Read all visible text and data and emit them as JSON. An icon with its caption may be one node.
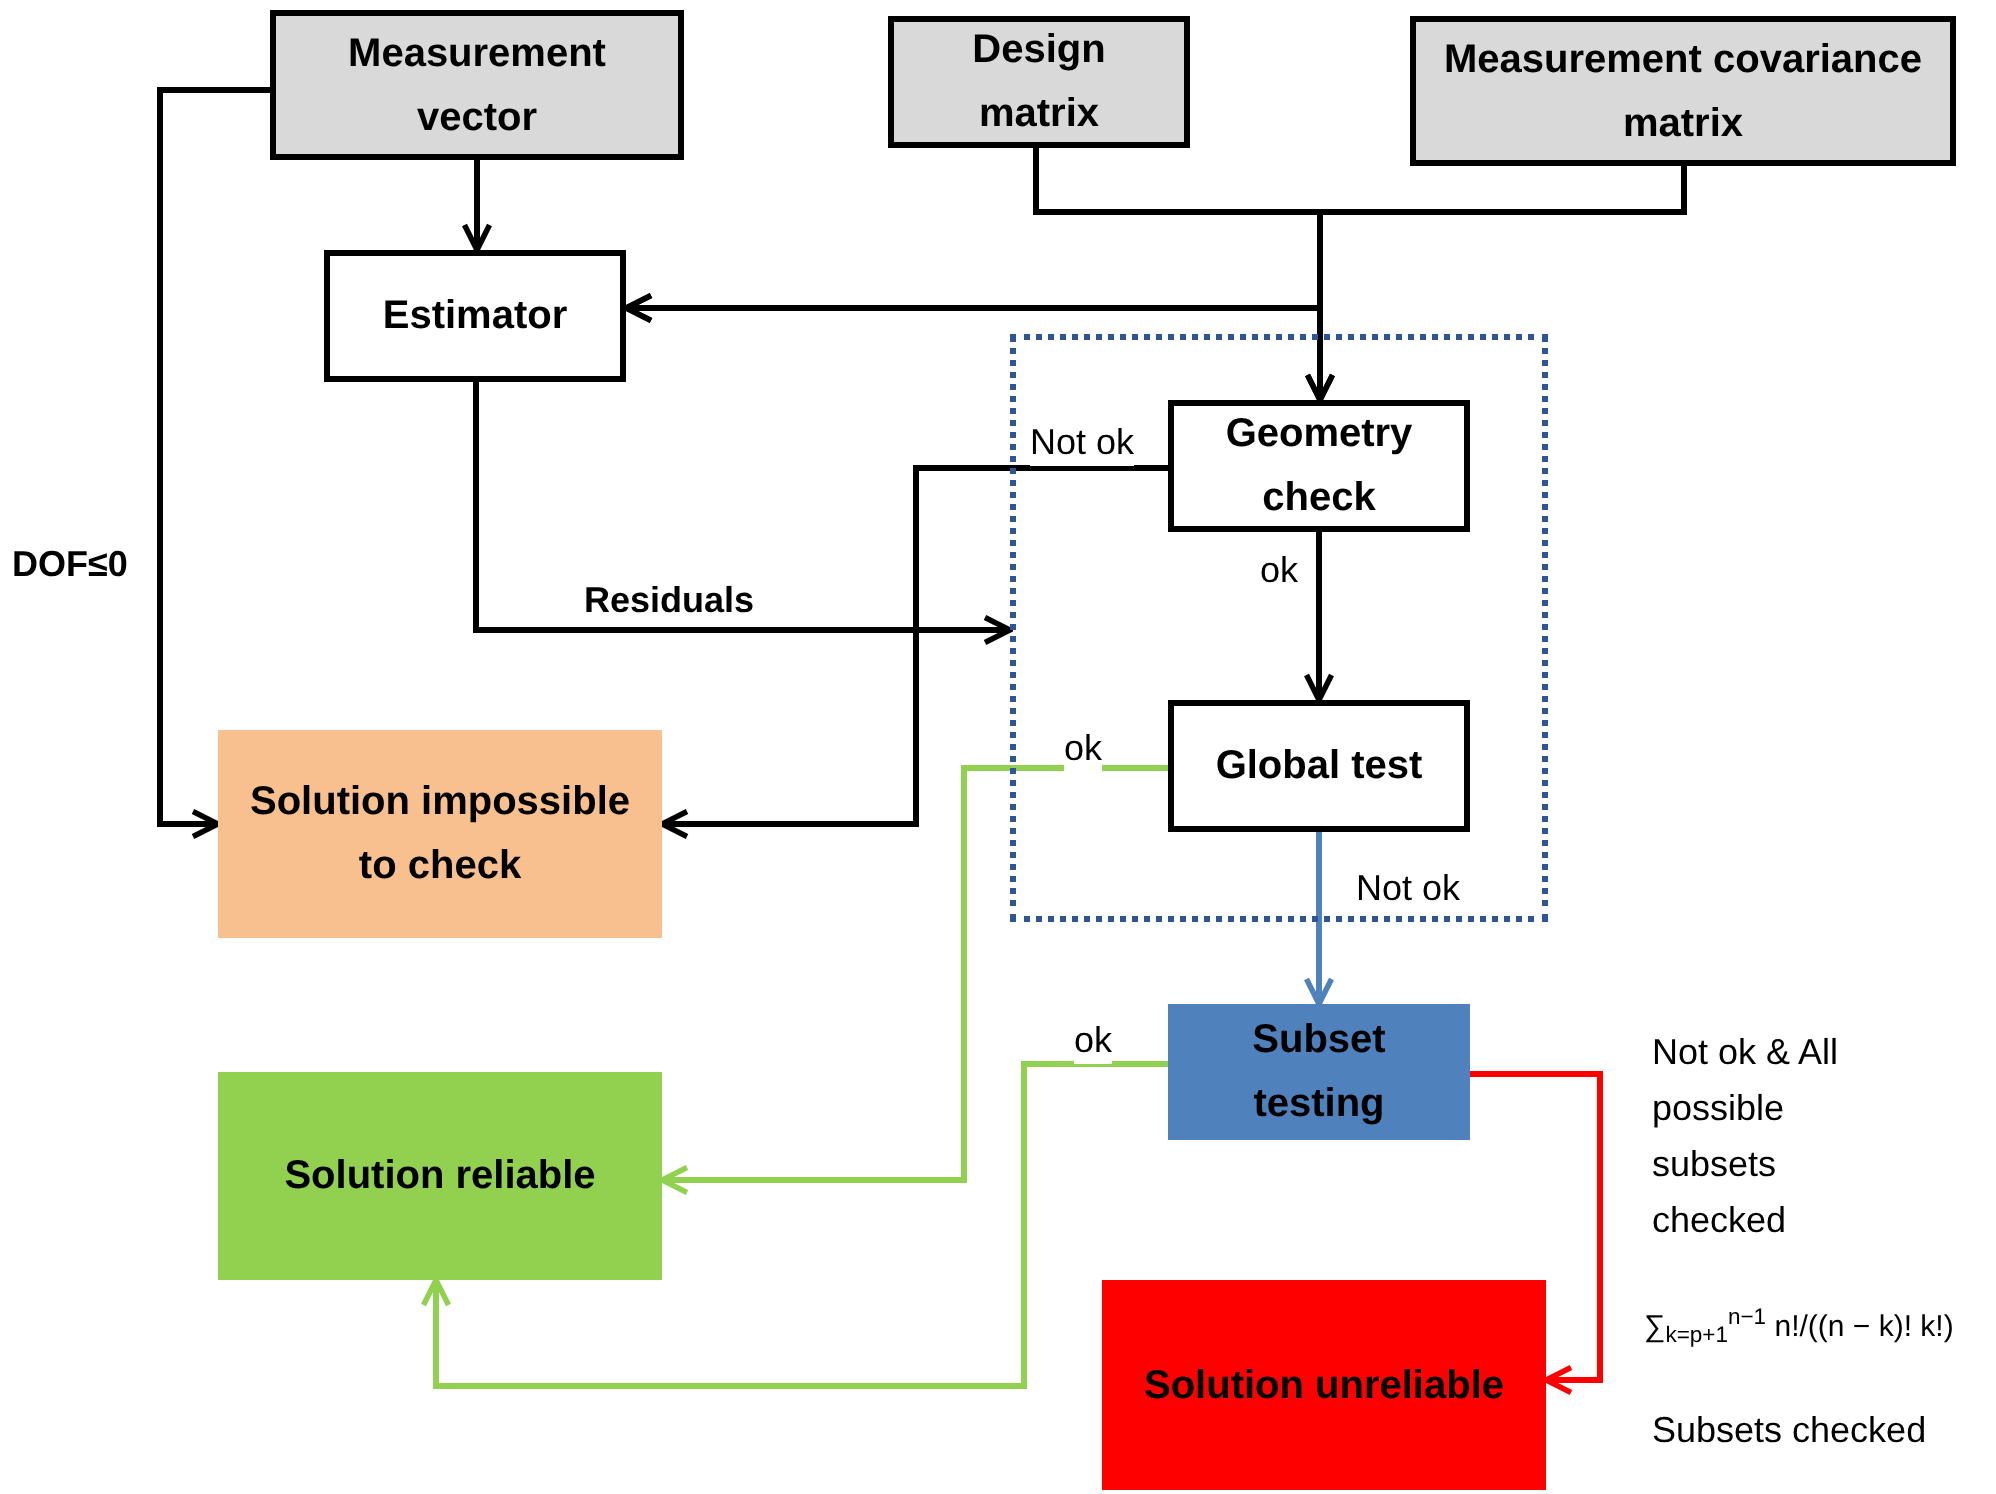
{
  "diagram": {
    "nodes": [
      {
        "text": [
          "Measurement vector"
        ]
      },
      {
        "text": [
          "Design matrix"
        ]
      },
      {
        "text": [
          "Measurement covariance matrix"
        ]
      },
      {
        "text": [
          "Estimator"
        ]
      },
      {
        "text": [],
        "shape": "box"
      },
      {
        "text": [
          "Geometry check"
        ],
        "in": 4
      },
      {
        "text": [
          "Global test"
        ],
        "in": 4
      },
      {
        "text": [
          "Solution impossible to check"
        ]
      },
      {
        "text": [
          "Subset testing"
        ]
      },
      {
        "text": [
          "Solution reliable"
        ]
      },
      {
        "text": [
          "Solution unreliable"
        ]
      }
    ],
    "edges": [
      {
        "from": 0,
        "to": 3,
        "arrow": "to"
      },
      {
        "from": 1,
        "to": 3,
        "arrow": "to"
      },
      {
        "from": 2,
        "to": 3,
        "arrow": "to"
      },
      {
        "from": 1,
        "to": 5,
        "arrow": "to"
      },
      {
        "from": 2,
        "to": 5,
        "arrow": "to"
      },
      {
        "from": 0,
        "to": 7,
        "arrow": "to",
        "label": "DOF≤0"
      },
      {
        "from": 3,
        "to": 4,
        "arrow": "to",
        "label": "Residuals"
      },
      {
        "from": 5,
        "to": 7,
        "arrow": "to",
        "label": "Not ok"
      },
      {
        "from": 5,
        "to": 6,
        "arrow": "to",
        "label": "ok"
      },
      {
        "from": 6,
        "to": 9,
        "arrow": "to",
        "label": "ok",
        "color": "#92d050"
      },
      {
        "from": 6,
        "to": 8,
        "arrow": "to",
        "label": "Not ok",
        "color": "#4f81bd"
      },
      {
        "from": 8,
        "to": 9,
        "arrow": "to",
        "label": "ok",
        "color": "#92d050"
      },
      {
        "from": 8,
        "to": 10,
        "arrow": "to",
        "label": "Not ok & All possible subsets checked",
        "color": "#ff0000"
      }
    ],
    "labels": [
      "∑$_{k=p+1}$$^{n−1}$ n!/((n − k)! k!)",
      "Subsets checked"
    ]
  }
}
